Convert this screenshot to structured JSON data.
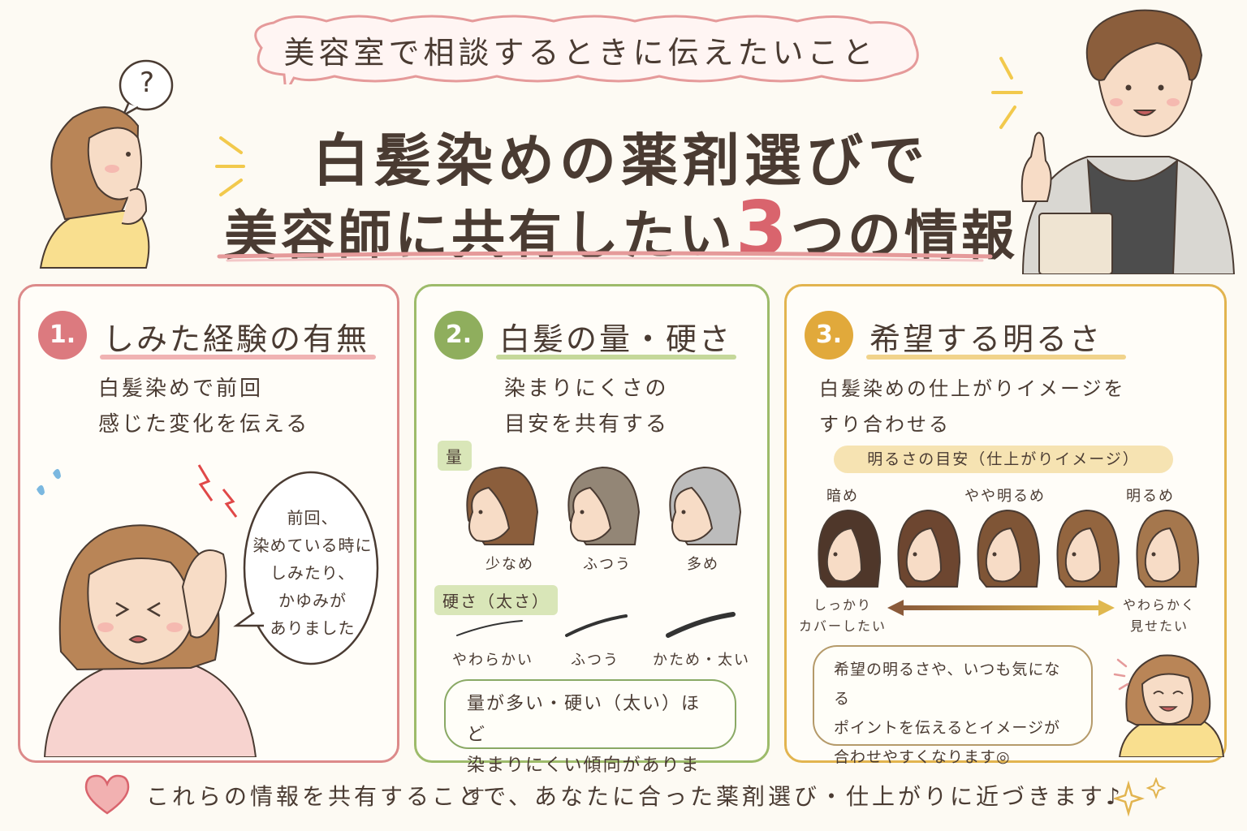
{
  "header": {
    "subtitle": "美容室で相談するときに伝えたいこと",
    "title_line1": "白髪染めの薬剤選びで",
    "title_line2_pre": "美容師に共有したい",
    "title_line2_num": "3",
    "title_line2_post": "つの情報",
    "question_mark": "?"
  },
  "panel1": {
    "number": "1.",
    "heading": "しみた経験の有無",
    "description": "白髪染めで前回\n感じた変化を伝える",
    "bubble": "前回、\n染めている時に\nしみたり、\nかゆみが\nありました",
    "color": "#dc8a8a"
  },
  "panel2": {
    "number": "2.",
    "heading": "白髪の量・硬さ",
    "description": "染まりにくさの\n目安を共有する",
    "amount_tag": "量",
    "amount_labels": [
      "少なめ",
      "ふつう",
      "多め"
    ],
    "hardness_tag": "硬さ（太さ）",
    "hardness_labels": [
      "やわらかい",
      "ふつう",
      "かため・太い"
    ],
    "note": "量が多い・硬い（太い）ほど\n染まりにくい傾向があります",
    "color": "#9dbb6a"
  },
  "panel3": {
    "number": "3.",
    "heading": "希望する明るさ",
    "description": "白髪染めの仕上がりイメージを\nすり合わせる",
    "guide_label": "明るさの目安（仕上がりイメージ）",
    "scale_labels": [
      "暗め",
      "やや明るめ",
      "明るめ"
    ],
    "left_caption": "しっかり\nカバーしたい",
    "right_caption": "やわらかく\n見せたい",
    "note": "希望の明るさや、いつも気になる\nポイントを伝えるとイメージが\n合わせやすくなります◎",
    "color": "#e2b44f"
  },
  "footer": {
    "text": "これらの情報を共有することで、あなたに合った薬剤選び・仕上がりに近づきます♪"
  }
}
